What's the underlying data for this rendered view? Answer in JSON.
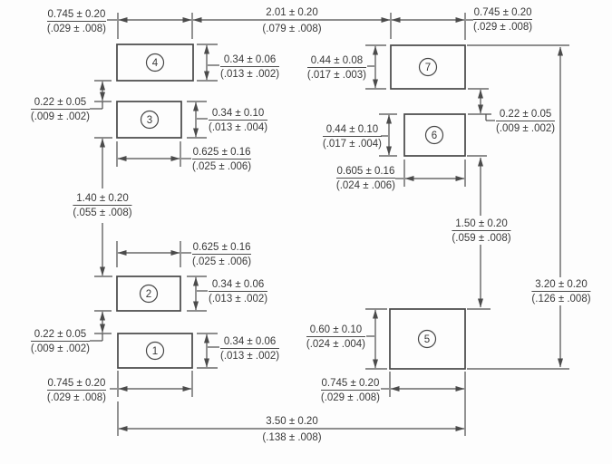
{
  "drawing": {
    "type": "land-pattern-dimension-drawing",
    "pads": [
      {
        "num": "1"
      },
      {
        "num": "2"
      },
      {
        "num": "3"
      },
      {
        "num": "4"
      },
      {
        "num": "5"
      },
      {
        "num": "6"
      },
      {
        "num": "7"
      }
    ],
    "dims": {
      "w745_top_left": {
        "mm": "0.745 ± 0.20",
        "in": "(.029 ± .008)"
      },
      "pitch201_top": {
        "mm": "2.01 ± 0.20",
        "in": "(.079 ± .008)"
      },
      "w745_top_right": {
        "mm": "0.745 ± 0.20",
        "in": "(.029 ± .008)"
      },
      "h034_pad4": {
        "mm": "0.34 ± 0.06",
        "in": "(.013 ± .002)"
      },
      "gap022_left_up": {
        "mm": "0.22 ± 0.05",
        "in": "(.009 ± .002)"
      },
      "h034_pad3": {
        "mm": "0.34 ± 0.10",
        "in": "(.013 ± .004)"
      },
      "w0625_pad3": {
        "mm": "0.625 ± 0.16",
        "in": "(.025 ± .006)"
      },
      "sp140_left": {
        "mm": "1.40 ± 0.20",
        "in": "(.055 ± .008)"
      },
      "w0625_pad2": {
        "mm": "0.625 ± 0.16",
        "in": "(.025 ± .006)"
      },
      "h034_pad2": {
        "mm": "0.34 ± 0.06",
        "in": "(.013 ± .002)"
      },
      "gap022_left_lo": {
        "mm": "0.22 ± 0.05",
        "in": "(.009 ± .002)"
      },
      "h034_pad1": {
        "mm": "0.34 ± 0.06",
        "in": "(.013 ± .002)"
      },
      "w745_bot_left": {
        "mm": "0.745 ± 0.20",
        "in": "(.029 ± .008)"
      },
      "len350_bottom": {
        "mm": "3.50 ± 0.20",
        "in": "(.138 ± .008)"
      },
      "h044_pad7": {
        "mm": "0.44 ± 0.08",
        "in": "(.017 ± .003)"
      },
      "gap022_right": {
        "mm": "0.22 ± 0.05",
        "in": "(.009 ± .002)"
      },
      "h044_pad6": {
        "mm": "0.44 ± 0.10",
        "in": "(.017 ± .004)"
      },
      "w0605_pad6": {
        "mm": "0.605 ± 0.16",
        "in": "(.024 ± .006)"
      },
      "sp150_right": {
        "mm": "1.50 ± 0.20",
        "in": "(.059 ± .008)"
      },
      "h320_right": {
        "mm": "3.20 ± 0.20",
        "in": "(.126 ± .008)"
      },
      "h060_pad5": {
        "mm": "0.60 ± 0.10",
        "in": "(.024 ± .004)"
      },
      "w745_pad5": {
        "mm": "0.745 ± 0.20",
        "in": "(.029 ± .008)"
      }
    },
    "colors": {
      "line": "#4b4b4b",
      "pad_stroke": "#474747",
      "text": "#383838",
      "bg": "#fdfdfd"
    }
  }
}
